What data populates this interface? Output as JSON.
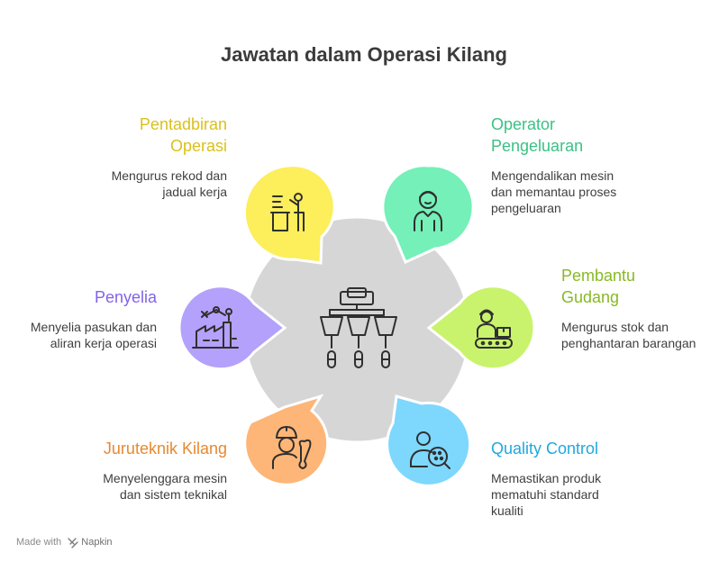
{
  "title": "Jawatan dalam Operasi Kilang",
  "center": {
    "icon": "factory-production-line-icon"
  },
  "roles": [
    {
      "id": "pentadbiran",
      "title_lines": [
        "Pentadbiran",
        "Operasi"
      ],
      "desc_lines": [
        "Mengurus rekod dan",
        "jadual kerja"
      ],
      "color": "#FDEE5B",
      "text_color": "#D9C11C",
      "icon": "presenter-icon"
    },
    {
      "id": "operator",
      "title_lines": [
        "Operator",
        "Pengeluaran"
      ],
      "desc_lines": [
        "Mengendalikan mesin",
        "dan memantau proses",
        "pengeluaran"
      ],
      "color": "#74F0B8",
      "text_color": "#3BC184",
      "icon": "worker-icon"
    },
    {
      "id": "penyelia",
      "title_lines": [
        "Penyelia"
      ],
      "desc_lines": [
        "Menyelia pasukan dan",
        "aliran kerja operasi"
      ],
      "color": "#B4A1FB",
      "text_color": "#8263E9",
      "icon": "factory-robot-arm-icon"
    },
    {
      "id": "pembantu",
      "title_lines": [
        "Pembantu",
        "Gudang"
      ],
      "desc_lines": [
        "Mengurus stok dan",
        "penghantaran barangan"
      ],
      "color": "#C9F36C",
      "text_color": "#88B925",
      "icon": "warehouse-conveyor-icon"
    },
    {
      "id": "juruteknik",
      "title_lines": [
        "Juruteknik Kilang"
      ],
      "desc_lines": [
        "Menyelenggara mesin",
        "dan sistem teknikal"
      ],
      "color": "#FDB677",
      "text_color": "#E7892F",
      "icon": "technician-wrench-icon"
    },
    {
      "id": "quality",
      "title_lines": [
        "Quality Control"
      ],
      "desc_lines": [
        "Memastikan produk",
        "mematuhi standard",
        "kualiti"
      ],
      "color": "#7ED7FC",
      "text_color": "#1FA8DF",
      "icon": "quality-inspection-icon"
    }
  ],
  "footer": {
    "made_with": "Made with",
    "brand": "Napkin"
  }
}
